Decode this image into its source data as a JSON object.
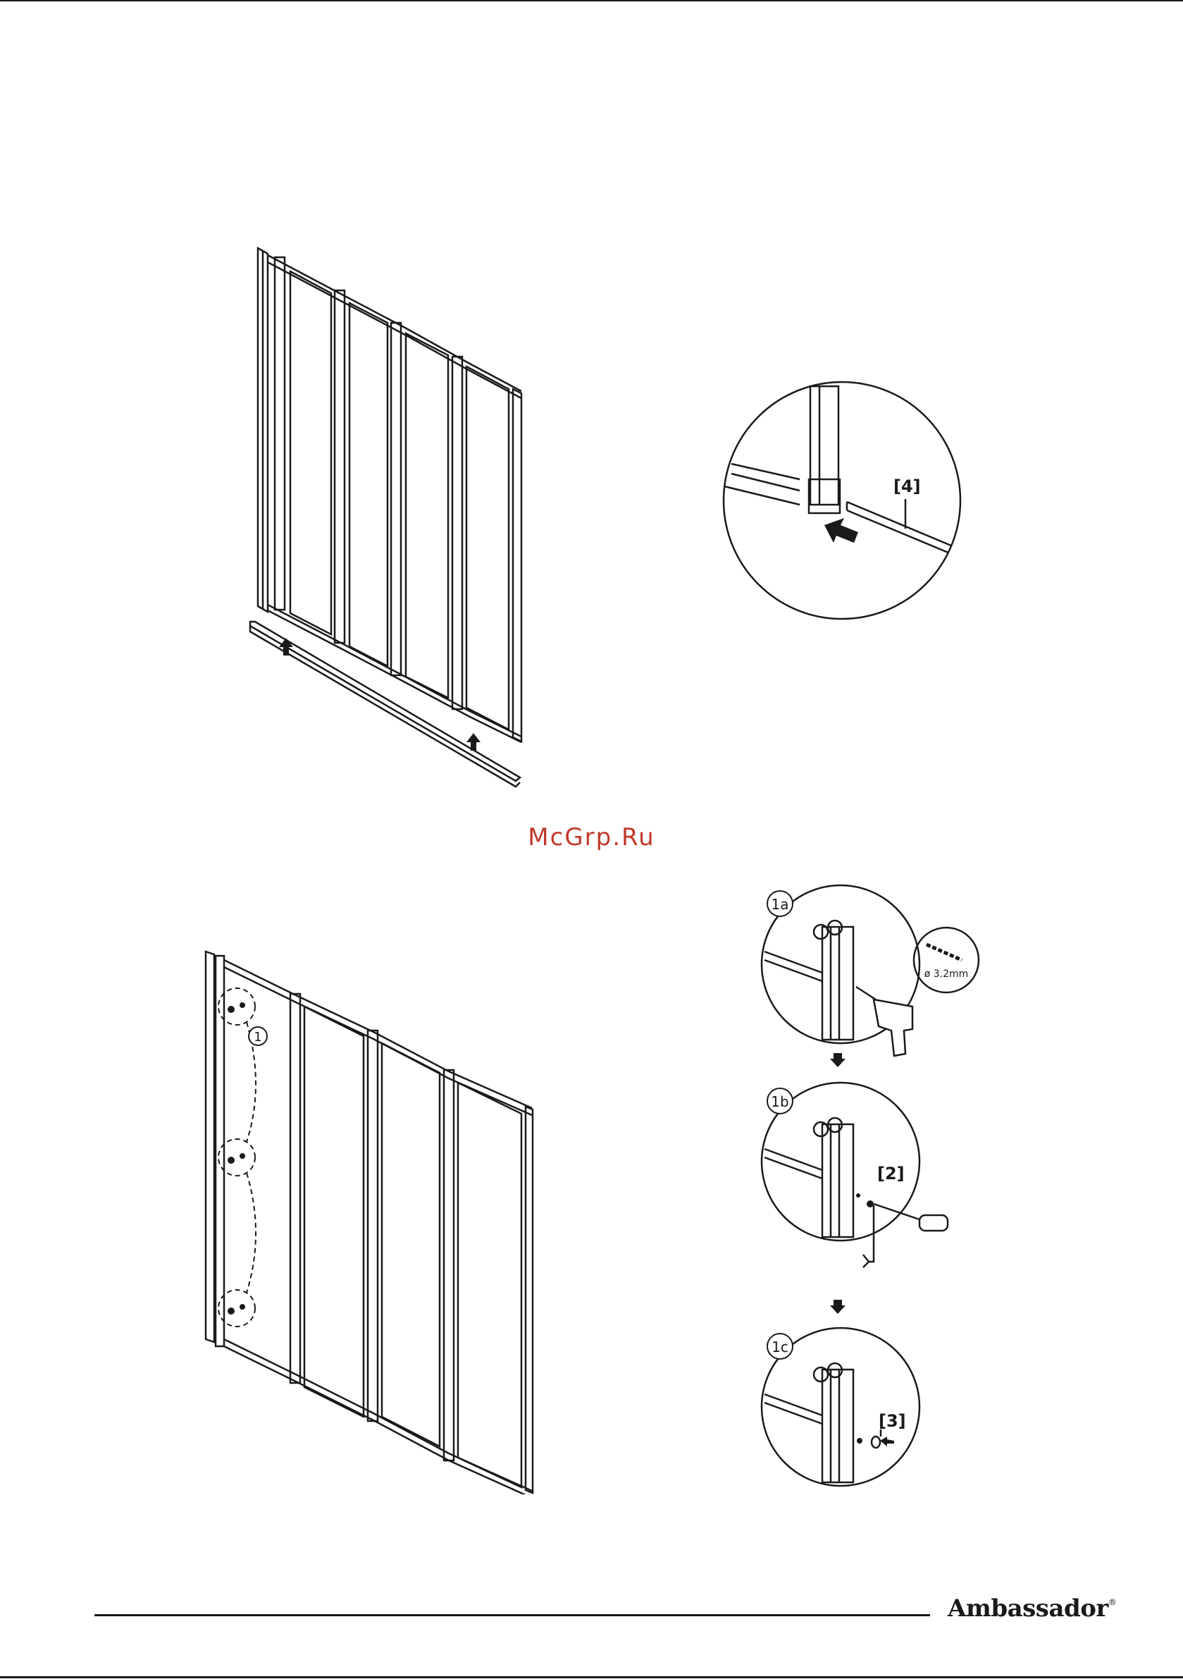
{
  "watermark": "McGrp.Ru",
  "callouts": {
    "seal_part": "[4]",
    "screw_part": "[2]",
    "cap_part": "[3]",
    "step_1a": "1a",
    "step_1b": "1b",
    "step_1c": "1c",
    "screw_marker": "1",
    "drill_bit": "ø 3.2mm"
  },
  "brand": {
    "name": "Ambassador",
    "mark": "®"
  }
}
